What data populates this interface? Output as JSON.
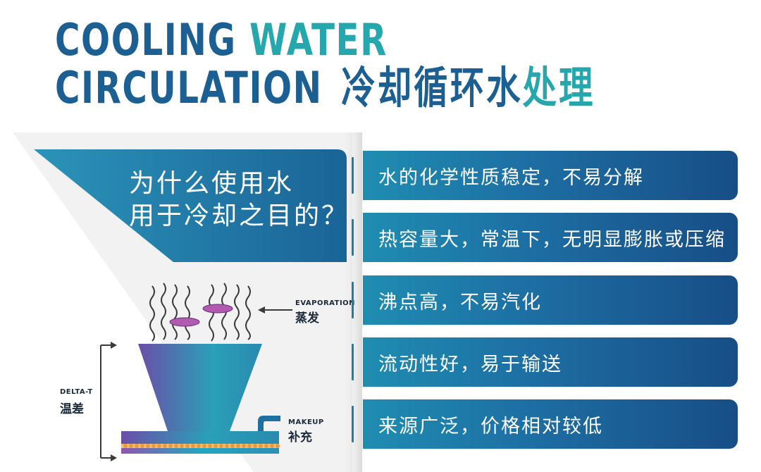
{
  "title": {
    "line1_part1": "COOLING",
    "line1_part2": "WATER",
    "line2_part1": "CIRCULATION",
    "line2_cn_part1": "冷却循环水",
    "line2_cn_part2": "处理"
  },
  "question": {
    "line1": "为什么使用水",
    "line2": "用于冷却之目的？"
  },
  "reasons": [
    "水的化学性质稳定，不易分解",
    "热容量大，常温下，无明显膨胀或压缩",
    "沸点高，不易汽化",
    "流动性好，易于输送",
    "来源广泛，价格相对较低"
  ],
  "diagram": {
    "evaporation_en": "EVAPORATION",
    "evaporation_cn": "蒸发",
    "delta_t_en": "DELTA-T",
    "delta_t_cn": "温差",
    "makeup_en": "MAKEUP",
    "makeup_cn": "补充"
  },
  "colors": {
    "title_dark": "#1b5f93",
    "title_teal": "#25a7ad",
    "panel_start": "#1f8db1",
    "panel_end": "#174e86",
    "tower_purple": "#6a4fa8",
    "tower_teal": "#2aa0b8",
    "droplet_purple": "#b05ab0",
    "basin_orange": "#e89a3a"
  }
}
